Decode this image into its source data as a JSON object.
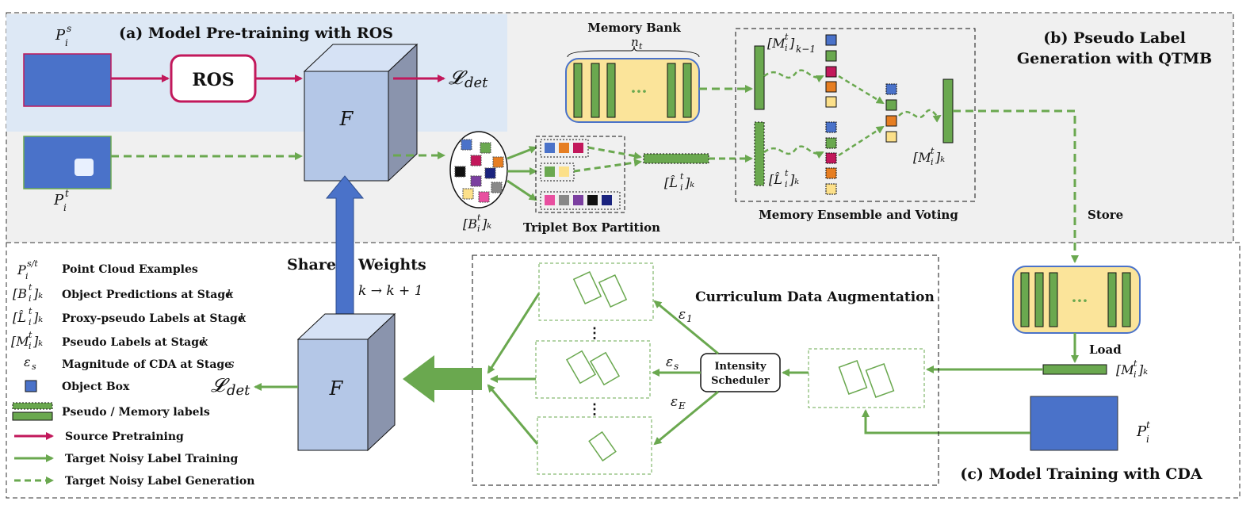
{
  "colors": {
    "green": "#6aa84f",
    "green_dark": "#2e5e1a",
    "pink": "#c2185b",
    "blue_box": "#4a72c9",
    "panel_a": "#dde8f5",
    "panel_b": "#f0f0f0",
    "yellow": "#fbe49a"
  },
  "panel_a": {
    "title": "(a) Model Pre-training with ROS",
    "ros": "ROS",
    "source_label": "P",
    "source_sup": "s",
    "source_sub": "i",
    "target_label": "P",
    "target_sup": "t",
    "target_sub": "i",
    "loss": "𝓛",
    "loss_sub": "det",
    "model": "F"
  },
  "panel_b": {
    "title_line1": "(b) Pseudo Label",
    "title_line2": "Generation with QTMB",
    "memory_bank": "Memory Bank",
    "n_t": "n",
    "n_t_sub": "t",
    "dots": "···",
    "bt": "[B",
    "bt_rest": "]ₖ",
    "triplet": "Triplet Box Partition",
    "lhat": "[L̂",
    "mi_k1": "[M",
    "mi_k1_sub": "k−1",
    "mi_k": "[M",
    "ensemble": "Memory Ensemble and Voting",
    "store": "Store"
  },
  "share": {
    "share": "Share",
    "weights": "Weights",
    "k_update": "k  → k + 1"
  },
  "panel_c": {
    "title": "(c) Model Training with CDA",
    "cda": "Curriculum Data Augmentation",
    "scheduler_line1": "Intensity",
    "scheduler_line2": "Scheduler",
    "eps1": "ε",
    "eps1_sub": "1",
    "epss": "ε",
    "epss_sub": "s",
    "epsE": "ε",
    "epsE_sub": "E",
    "load": "Load",
    "mi": "[M",
    "pt": "P",
    "pt_sup": "t",
    "pt_sub": "i",
    "loss": "𝓛",
    "loss_sub": "det",
    "model": "F",
    "vdots": "⋮"
  },
  "legend": [
    {
      "symbol": "P",
      "sup": "s/t",
      "sub": "i",
      "text": "Point Cloud Examples"
    },
    {
      "symbol": "[B",
      "sup": "t",
      "sub": "i",
      "text": "Object Predictions at Stage",
      "var": "k"
    },
    {
      "symbol": "[L̂",
      "sup": "t",
      "sub": "i",
      "text": "Proxy-pseudo Labels at Stage",
      "var": "k"
    },
    {
      "symbol": "[M",
      "sup": "t",
      "sub": "i",
      "text": "Pseudo Labels at Stage",
      "var": "k"
    },
    {
      "symbol": "ε",
      "sub": "s",
      "text": "Magnitude of CDA at Stage",
      "var": "s"
    },
    {
      "text": "Object Box"
    },
    {
      "text": "Pseudo / Memory labels"
    },
    {
      "text": "Source Pretraining"
    },
    {
      "text": "Target Noisy Label Training"
    },
    {
      "text": "Target Noisy Label Generation"
    }
  ]
}
